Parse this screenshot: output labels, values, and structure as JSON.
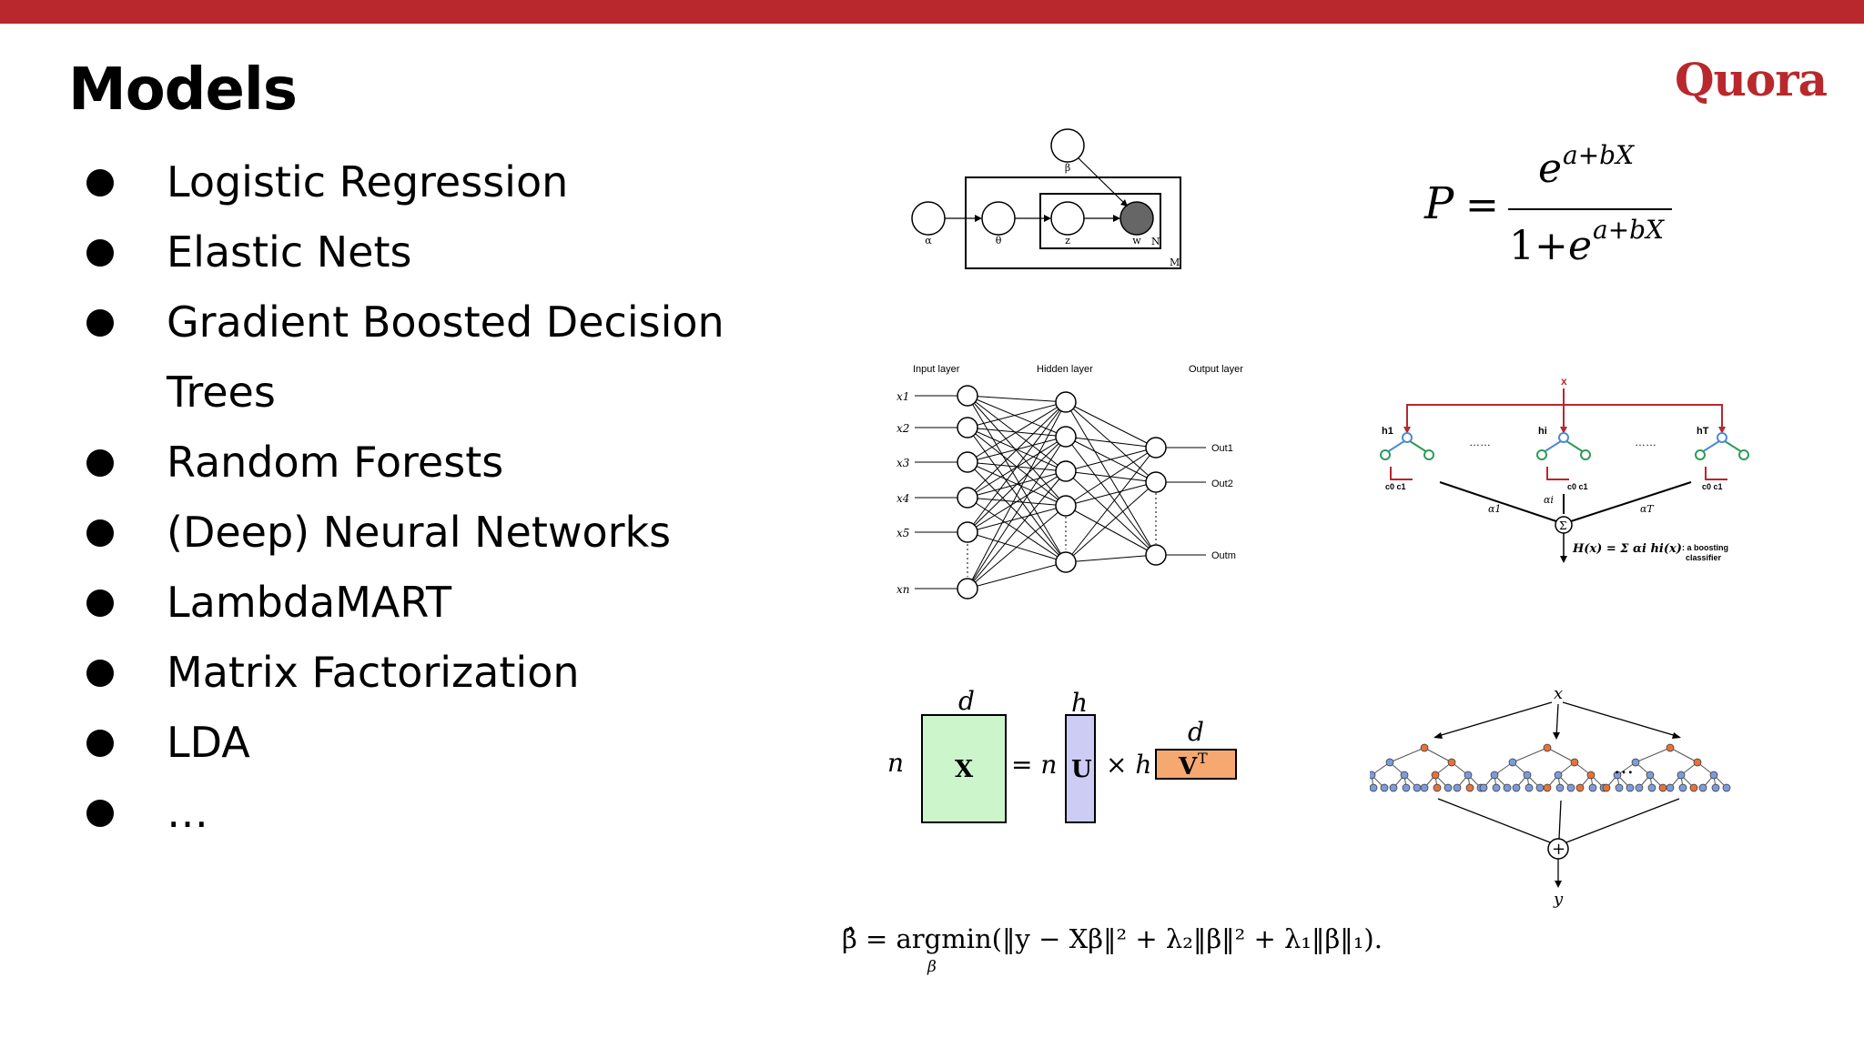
{
  "slide": {
    "title": "Models",
    "logo_text": "Quora",
    "accent_color": "#b8282c",
    "bullets": [
      "Logistic Regression",
      "Elastic Nets",
      "Gradient Boosted Decision Trees",
      "Random Forests",
      "(Deep) Neural Networks",
      "LambdaMART",
      "Matrix Factorization",
      "LDA",
      "…"
    ]
  },
  "figures": {
    "lda": {
      "alpha": "α",
      "theta": "θ",
      "z": "z",
      "w": "w",
      "beta": "β",
      "n": "N",
      "m": "M"
    },
    "logistic": {
      "p": "P",
      "eq": "=",
      "num_base": "e",
      "num_exp": "a+bX",
      "den_one": "1+",
      "den_base": "e",
      "den_exp": "a+bX"
    },
    "nn": {
      "input_layer": "Input layer",
      "hidden_layer": "Hidden layer",
      "output_layer": "Output layer",
      "inputs": [
        "x1",
        "x2",
        "x3",
        "x4",
        "x5",
        "xn"
      ],
      "outputs": [
        "Out1",
        "Out2",
        "Outm"
      ]
    },
    "boosting": {
      "x": "x",
      "h1": "h1",
      "hi": "hi",
      "hT": "hT",
      "dots": "……",
      "c0c1": "c0 c1",
      "a1": "α1",
      "ai": "αi",
      "aT": "αT",
      "sigma": "Σ",
      "h_formula": "H(x) = Σ αi hi(x)",
      "h_note1": ": a boosting",
      "h_note2": "classifier"
    },
    "mf": {
      "d": "d",
      "h": "h",
      "n": "n",
      "X": "X",
      "eq": "= n",
      "U": "U",
      "times": "× h",
      "d2": "d",
      "VT": "V",
      "T": "T",
      "x_color": "#ccf5cc",
      "u_color": "#ccccf5",
      "v_color": "#f5a870"
    },
    "rf": {
      "x": "x",
      "dots": "…",
      "plus": "+",
      "y": "y",
      "blue": "#7c9bd9",
      "orange": "#e4733b"
    },
    "elastic": {
      "formula": "β̂ = argmin(‖y − Xβ‖² + λ₂‖β‖² + λ₁‖β‖₁).",
      "sub": "β"
    }
  }
}
